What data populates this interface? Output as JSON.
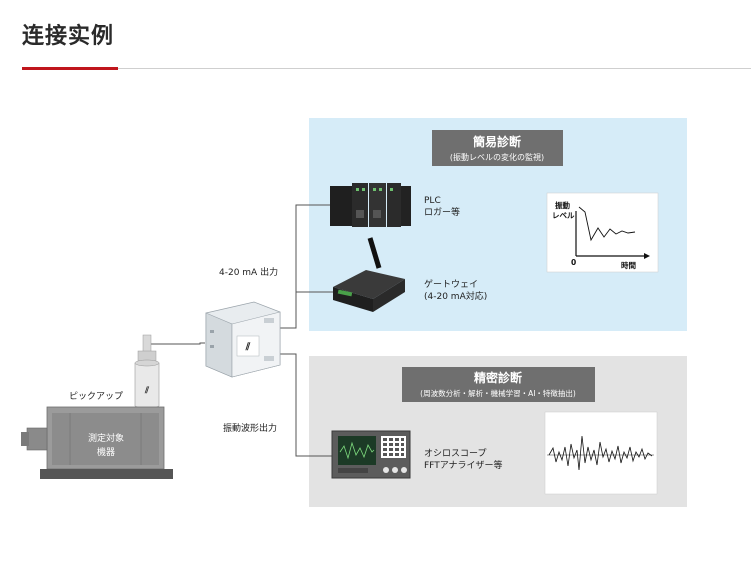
{
  "page": {
    "title": "连接实例"
  },
  "diagram": {
    "simple": {
      "title": "簡易診断",
      "subtitle": "(振動レベルの変化の監視)"
    },
    "precise": {
      "title": "精密診断",
      "subtitle": "(周波数分析・解析・機械学習・AI・特徴抽出)"
    },
    "plc": {
      "line1": "PLC",
      "line2": "ロガー等"
    },
    "gateway": {
      "line1": "ゲートウェイ",
      "line2": "(4-20 mA対応)"
    },
    "oscilloscope": {
      "line1": "オシロスコープ",
      "line2": "FFTアナライザー等"
    },
    "output_current": "4-20 mA 出力",
    "output_waveform": "振動波形出力",
    "pickup": "ピックアップ",
    "machine": {
      "line1": "測定対象",
      "line2": "機器"
    },
    "level_chart": {
      "ylabel_line1": "振動",
      "ylabel_line2": "レベル",
      "origin": "0",
      "xlabel": "時間"
    }
  },
  "colors": {
    "accent": "#c0161c",
    "simple_panel": "#d6ecf8",
    "precise_panel": "#e3e3e3",
    "title_box": "#6f6f6f"
  }
}
